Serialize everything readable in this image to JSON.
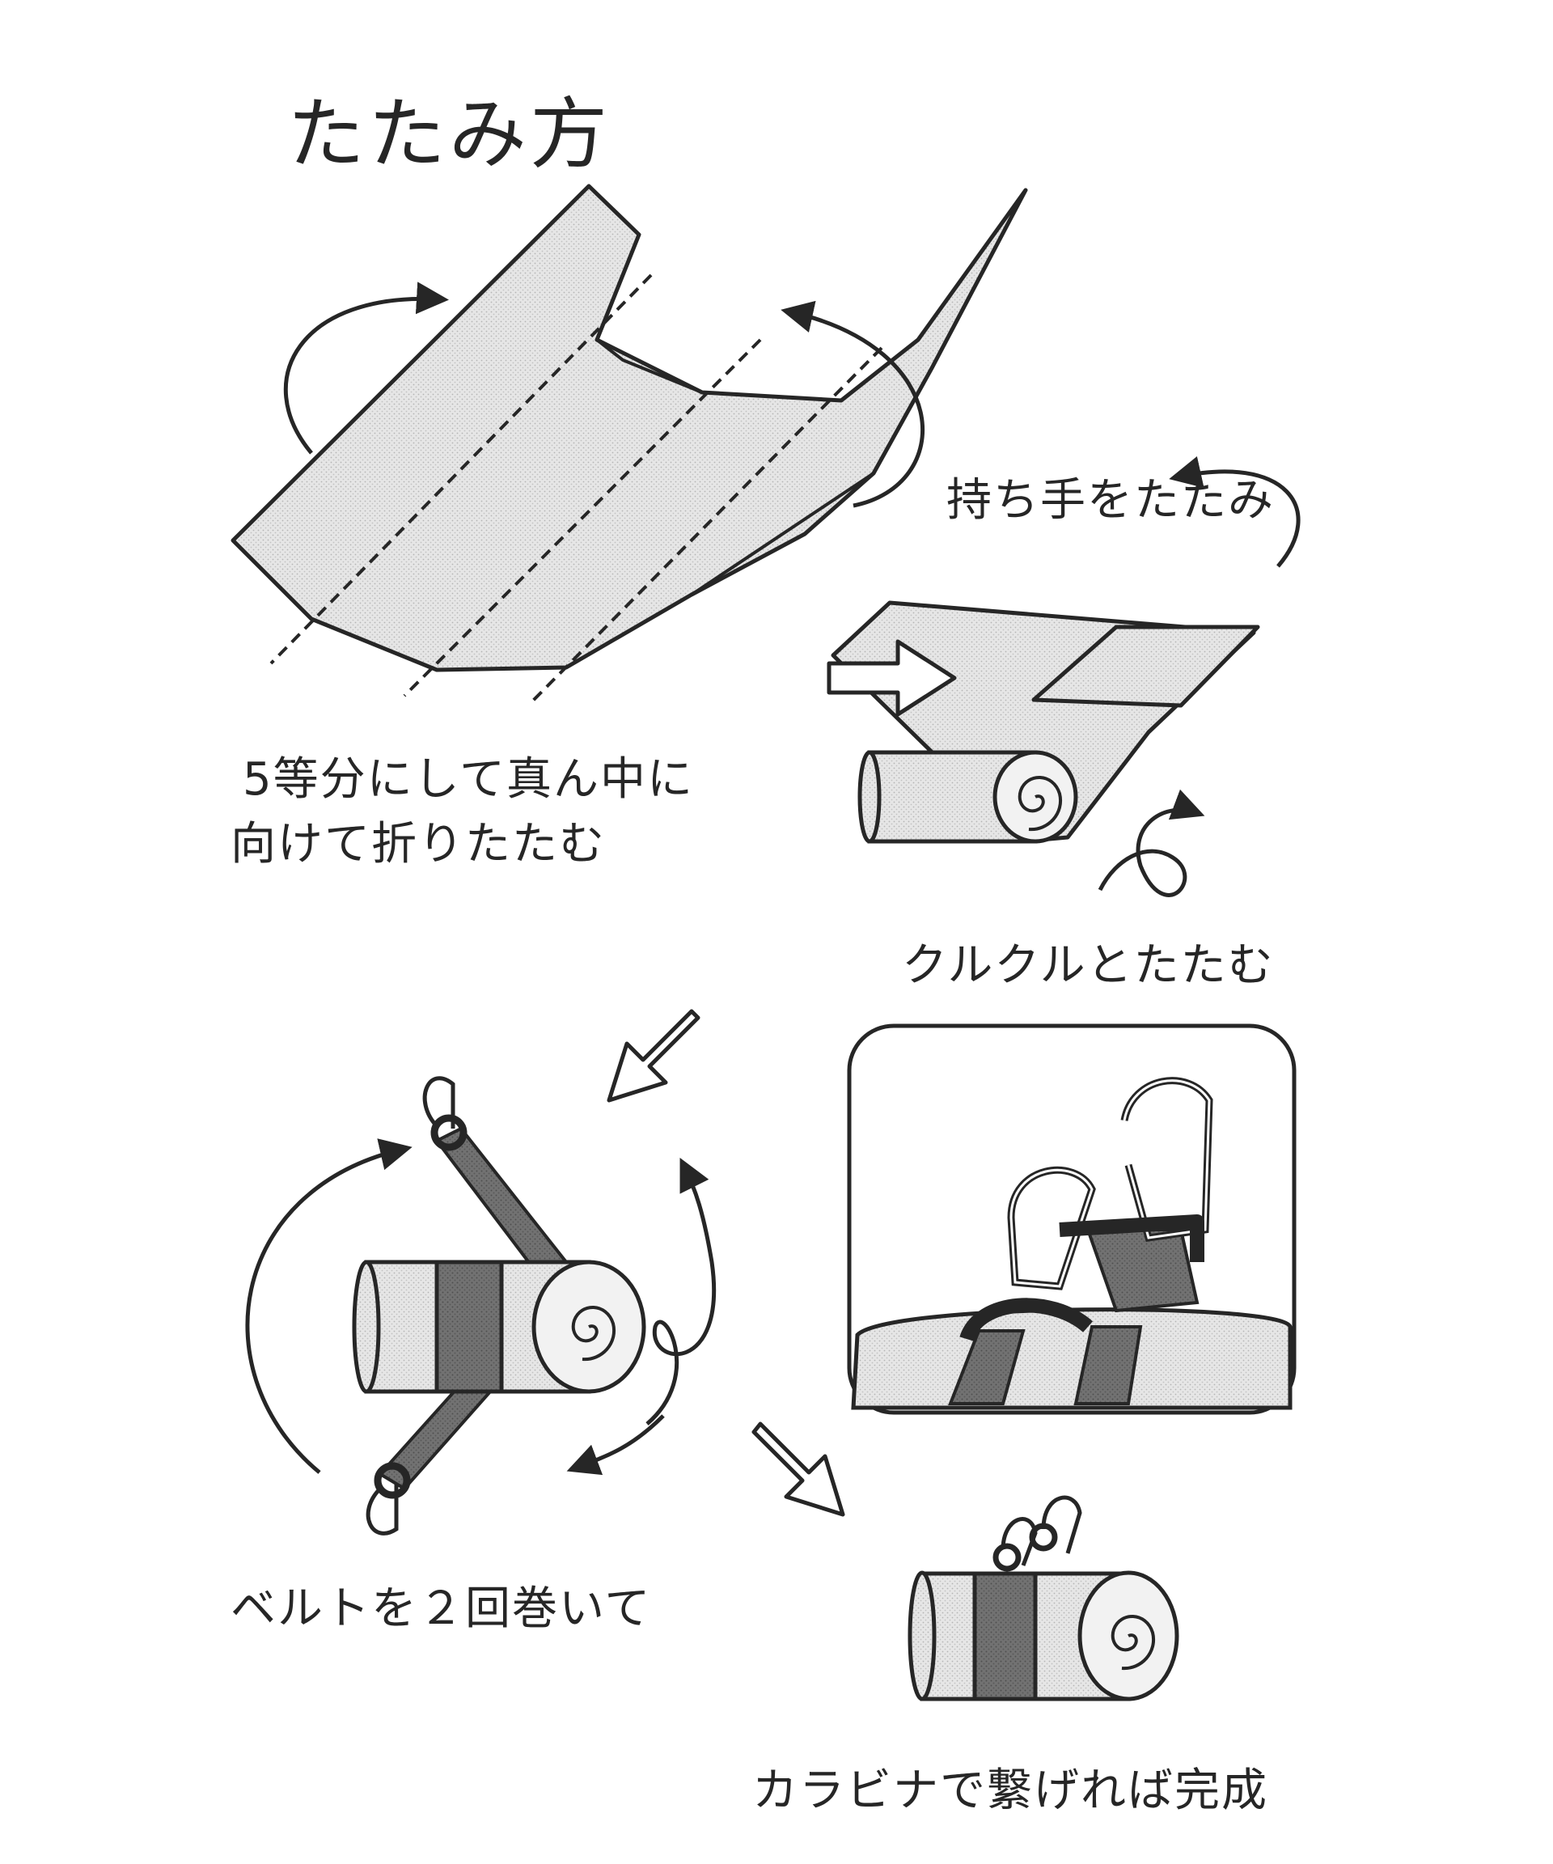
{
  "title": "たたみ方",
  "steps": {
    "step1": {
      "line1": "5等分にして真ん中に",
      "line2": "向けて折りたたむ"
    },
    "step2": "持ち手をたたみ",
    "step3": "クルクルとたたむ",
    "step4": "ベルトを２回巻いて",
    "step5": "カラビナで繋げれば完成"
  },
  "colors": {
    "ink": "#262626",
    "fill_light": "#e4e4e4",
    "fill_mid": "#cfcfcf",
    "belt": "#6f6f6f"
  }
}
